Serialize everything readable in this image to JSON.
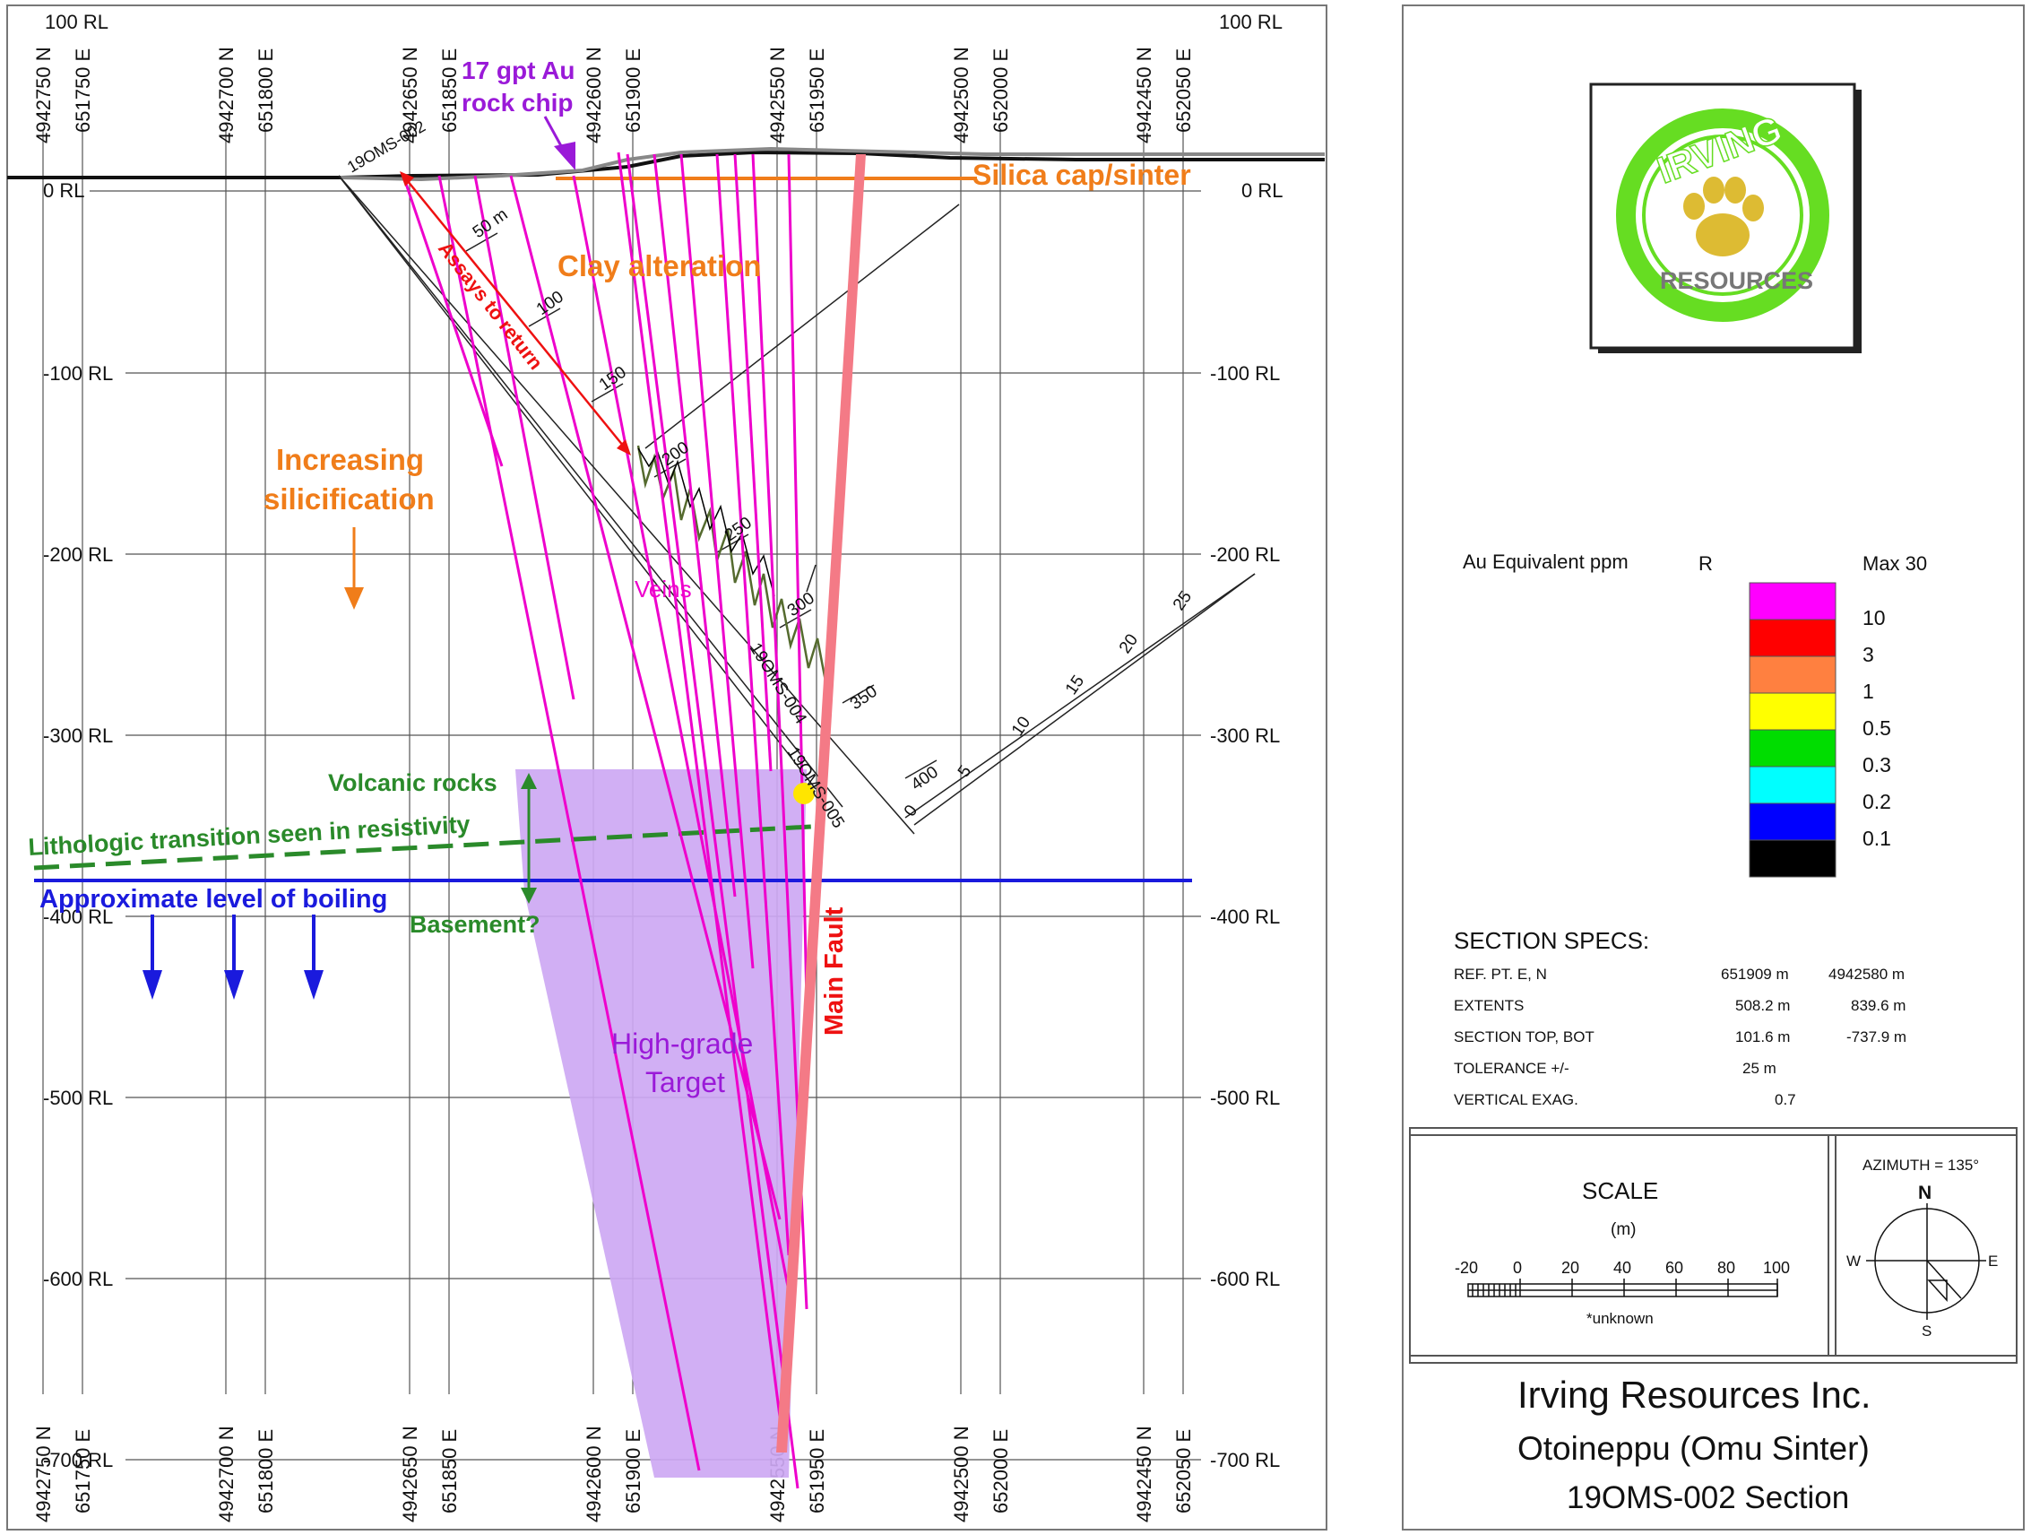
{
  "coords": {
    "northings": [
      "4942750 N",
      "4942700 N",
      "4942650 N",
      "4942600 N",
      "4942550 N",
      "4942500 N",
      "4942450 N"
    ],
    "eastings": [
      "651750 E",
      "651800 E",
      "651850 E",
      "651900 E",
      "651950 E",
      "652000 E",
      "652050 E"
    ],
    "rl_levels": [
      "100 RL",
      "0 RL",
      "-100 RL",
      "-200 RL",
      "-300 RL",
      "-400 RL",
      "-500 RL",
      "-600 RL",
      "-700 RL"
    ]
  },
  "annotations": {
    "rock_chip": [
      "17 gpt Au",
      "rock chip"
    ],
    "silica_cap": "Silica cap/sinter",
    "clay_alteration": "Clay alteration",
    "increasing_silicification": [
      "Increasing",
      "silicification"
    ],
    "assays_to_return": "Assays to return",
    "veins": "Veins",
    "volcanic_rocks": "Volcanic rocks",
    "lithologic_transition": "Lithologic transition seen in resistivity",
    "approx_boiling": "Approximate level of boiling",
    "basement": "Basement?",
    "main_fault": "Main Fault",
    "high_grade_target": [
      "High-grade",
      "Target"
    ]
  },
  "drill_holes": {
    "hole_a": "19OMS-002",
    "hole_b": "19OMS-004",
    "hole_c": "19OMS-005",
    "depth_ticks_a": [
      "50 m",
      "100",
      "150",
      "200",
      "250",
      "300",
      "350",
      "400"
    ],
    "scale_ticks": [
      "0",
      "5",
      "10",
      "15",
      "20",
      "25"
    ]
  },
  "legend": {
    "title": "Au Equivalent ppm",
    "r_label": "R",
    "max_label": "Max 30",
    "bins": [
      {
        "label": "10",
        "color": "#ff00ff"
      },
      {
        "label": "3",
        "color": "#ff0000"
      },
      {
        "label": "1",
        "color": "#ff8040"
      },
      {
        "label": "0.5",
        "color": "#ffff00"
      },
      {
        "label": "0.3",
        "color": "#00dd00"
      },
      {
        "label": "0.2",
        "color": "#00ffff"
      },
      {
        "label": "0.1",
        "color": "#0000ff"
      },
      {
        "label": "",
        "color": "#000000"
      }
    ]
  },
  "logo": {
    "text_top": "IRVING",
    "text_bottom": "RESOURCES",
    "ring_color": "#66dd22",
    "paw_color": "#ddbb33"
  },
  "section_specs": {
    "title": "SECTION  SPECS:",
    "rows": [
      {
        "label": "REF. PT.  E, N",
        "v1": "651909 m",
        "v2": "4942580 m"
      },
      {
        "label": "EXTENTS",
        "v1": "508.2 m",
        "v2": "839.6 m"
      },
      {
        "label": "SECTION TOP, BOT",
        "v1": "101.6 m",
        "v2": "-737.9 m"
      },
      {
        "label": "TOLERANCE  +/-",
        "v1": "25 m",
        "v2": ""
      },
      {
        "label": "VERTICAL EXAG.",
        "v1": "0.7",
        "v2": ""
      }
    ]
  },
  "scale_bar": {
    "title": "SCALE",
    "unit": "(m)",
    "ticks": [
      "-20",
      "0",
      "20",
      "40",
      "60",
      "80",
      "100"
    ],
    "note": "*unknown"
  },
  "compass": {
    "azimuth": "AZIMUTH = 135°",
    "n": "N",
    "s": "S",
    "e": "E",
    "w": "W"
  },
  "title_block": {
    "company": "Irving Resources Inc.",
    "project": "Otoineppu (Omu Sinter)",
    "section": "19OMS-002 Section"
  },
  "colors": {
    "drill_trace": "#ee00cc",
    "fault": "#f47a86",
    "target_fill": "#cda8f3",
    "silica": "#f07d1a",
    "boiling": "#1a1add",
    "lithologic": "#2a8a2a",
    "rock_chip": "#9a1ad8"
  }
}
